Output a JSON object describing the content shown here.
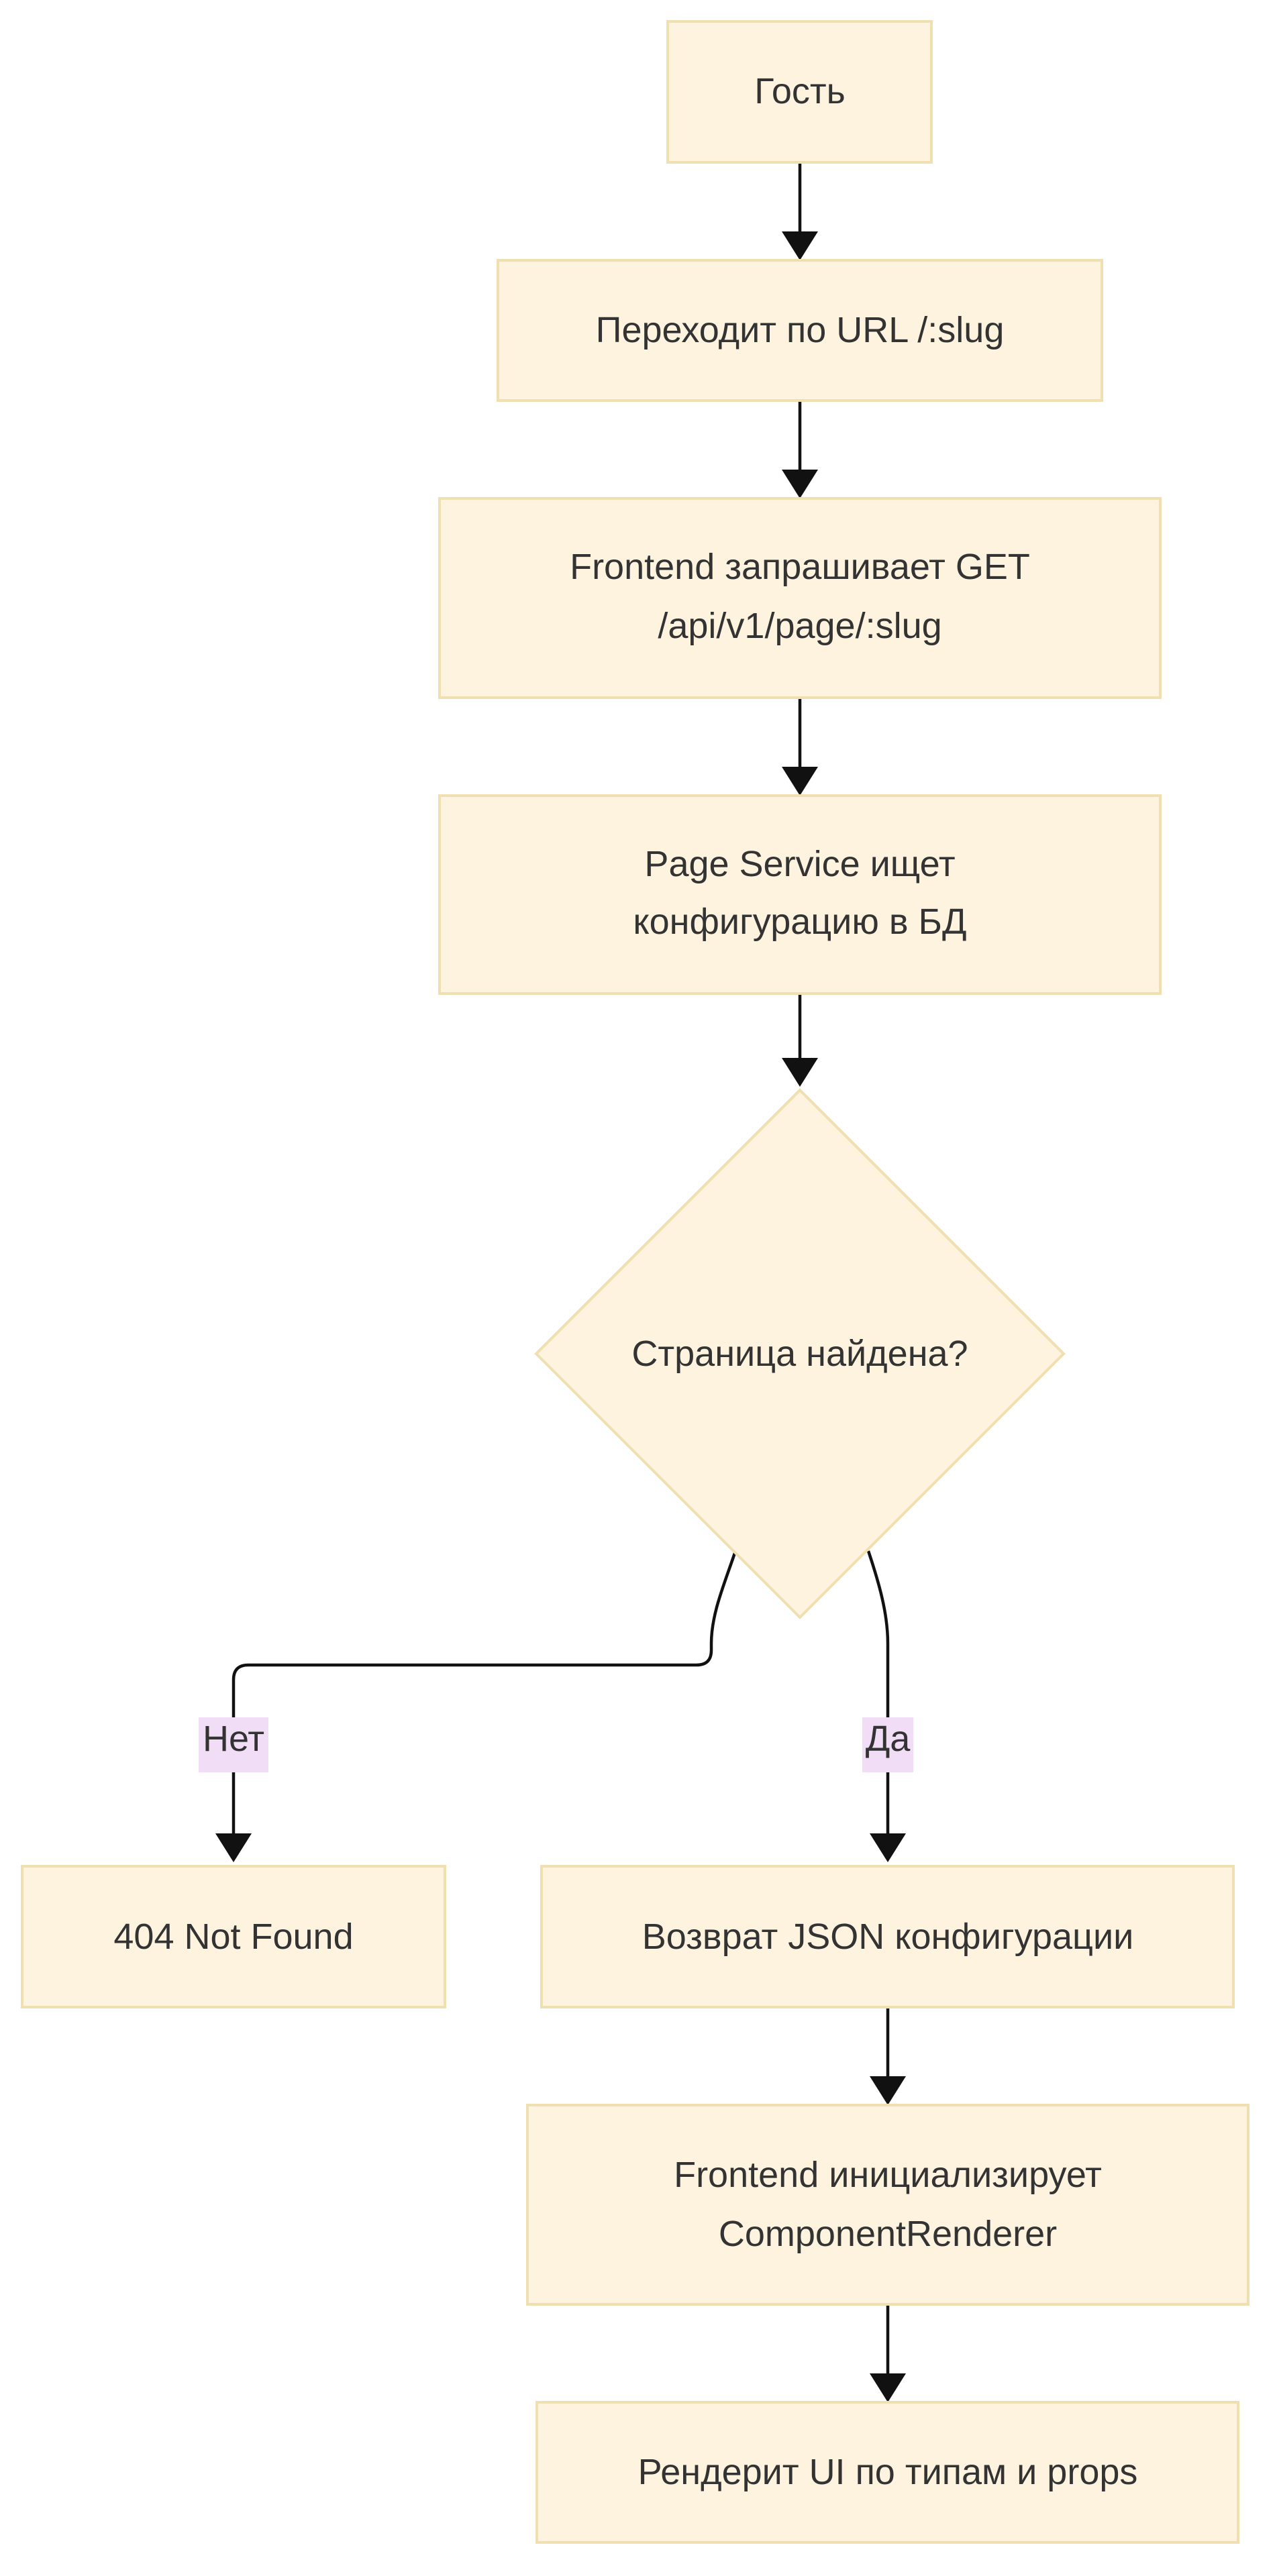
{
  "nodes": {
    "guest": "Гость",
    "navigate": "Переходит по URL /:slug",
    "request_line1": "Frontend запрашивает GET",
    "request_line2": "/api/v1/page/:slug",
    "service_line1": "Page Service ищет",
    "service_line2": "конфигурацию в БД",
    "decision": "Страница найдена?",
    "not_found": "404 Not Found",
    "return_json": "Возврат JSON конфигурации",
    "init_line1": "Frontend инициализирует",
    "init_line2": "ComponentRenderer",
    "render": "Рендерит UI по типам и props"
  },
  "edges": {
    "no_label": "Нет",
    "yes_label": "Да"
  },
  "colors": {
    "node_fill": "#fdf3de",
    "node_stroke": "#f0dfb0",
    "edge_label_bg": "#f2ddf7",
    "edge": "#111111"
  }
}
